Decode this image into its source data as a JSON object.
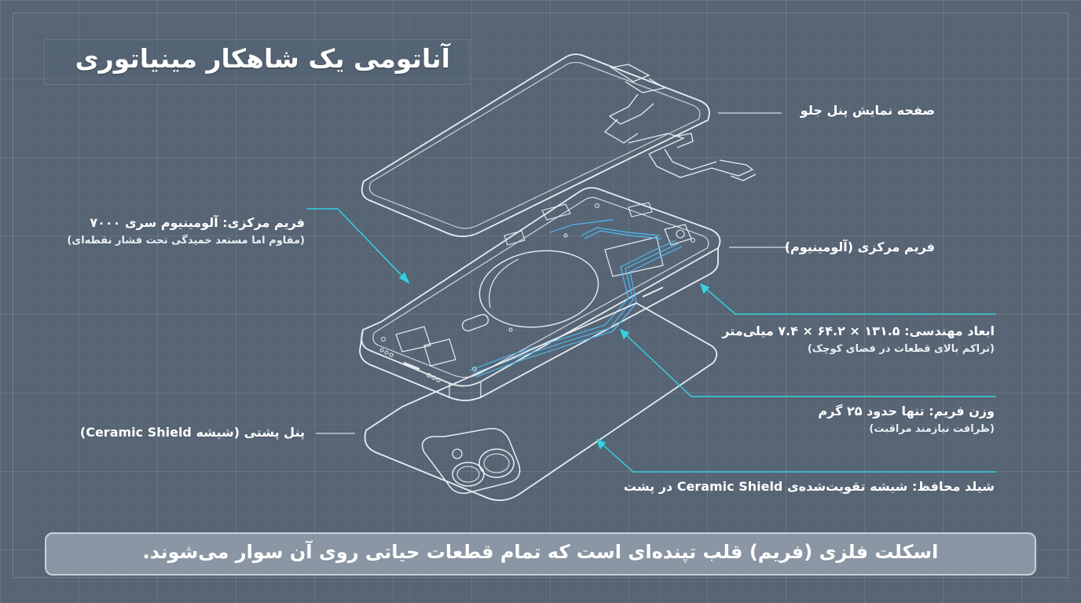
{
  "title": "آناتومی یک شاهکار مینیاتوری",
  "labels": {
    "front_display": {
      "main": "صفحه نمایش پنل جلو"
    },
    "frame_material": {
      "main": "فریم مرکزی: آلومینیوم سری ۷۰۰۰",
      "sub": "(مقاوم اما مستعد خمیدگی تحت فشار نقطه‌ای)"
    },
    "mid_frame": {
      "main": "فریم مرکزی (آلومینیوم)"
    },
    "dimensions": {
      "main": "ابعاد مهندسی: ۱۳۱.۵ × ۶۴.۲ × ۷.۴ میلی‌متر",
      "sub": "(تراکم بالای قطعات در فضای کوچک)"
    },
    "weight": {
      "main": "وزن فریم: تنها حدود ۲۵ گرم",
      "sub": "(ظرافت نیازمند مراقبت)"
    },
    "back_panel": {
      "main": "پنل پشتی (شیشه Ceramic Shield)"
    },
    "shield": {
      "main": "شیلد محافظ: شیشه تقویت‌شده‌ی Ceramic Shield در پشت"
    }
  },
  "footer": "اسکلت فلزی (فریم) قلب تپنده‌ای است که تمام قطعات حیاتی روی آن سوار می‌شوند.",
  "colors": {
    "background": "#566474",
    "line": "#e8edf2",
    "leader_gray": "#d6dde3",
    "leader_cyan": "#33d1e0",
    "flex_blue": "#4fb3e8"
  }
}
